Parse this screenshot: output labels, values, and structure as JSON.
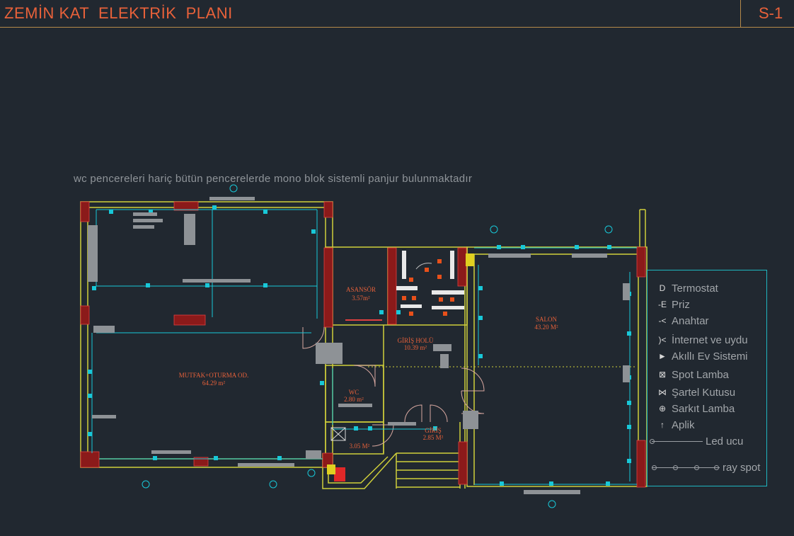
{
  "header": {
    "title": "ZEMİN KAT  ELEKTRİK  PLANI",
    "sheet": "S-1"
  },
  "note": "wc pencereleri hariç bütün pencerelerde mono blok sistemli panjur bulunmaktadır",
  "rooms": {
    "asansor": {
      "name": "ASANSÖR",
      "area": "3.57m²"
    },
    "giris_holu": {
      "name": "GİRİŞ HOLÜ",
      "area": "10.39 m²"
    },
    "salon": {
      "name": "SALON",
      "area": "43.20 M²"
    },
    "mutfak": {
      "name": "MUTFAK+OTURMA OD.",
      "area": "64.29 m²"
    },
    "wc": {
      "name": "WC",
      "area": "2.80 m²"
    },
    "small_room": {
      "area": "3.05 M²"
    },
    "giris": {
      "name": "GİRİŞ",
      "area": "2.85 M²"
    }
  },
  "legend": {
    "items": [
      {
        "symbol": "D",
        "label": "Termostat"
      },
      {
        "symbol": "-E",
        "label": "Priz"
      },
      {
        "symbol": "-<",
        "label": "Anahtar"
      },
      {
        "symbol": ")<",
        "label": "İnternet  ve uydu"
      },
      {
        "symbol": "►",
        "label": "Akıllı Ev Sistemi"
      },
      {
        "symbol": "⊠",
        "label": "Spot Lamba"
      },
      {
        "symbol": "⋈",
        "label": "Şartel Kutusu"
      },
      {
        "symbol": "⊕",
        "label": "Sarkıt Lamba"
      },
      {
        "symbol": "↑",
        "label": "Aplik"
      },
      {
        "symbol": "",
        "label": "Led ucu"
      },
      {
        "symbol": "",
        "label": "ray spot"
      }
    ]
  },
  "colors": {
    "background": "#212830",
    "wall": "#cfcf3a",
    "column": "#8b1a1a",
    "cyan": "#18c8d8",
    "label": "#e8613a",
    "door": "#d8a8a0",
    "stair_rail": "#e8e8e8",
    "stair_step": "#e8501a"
  }
}
